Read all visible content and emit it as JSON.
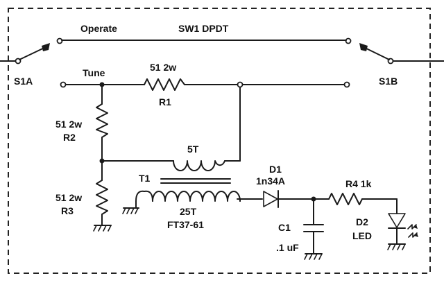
{
  "labels": {
    "operate": "Operate",
    "switch": "SW1 DPDT",
    "s1a": "S1A",
    "s1b": "S1B",
    "tune": "Tune",
    "r1_value": "51 2w",
    "r1_ref": "R1",
    "r2_value": "51 2w",
    "r2_ref": "R2",
    "r3_value": "51 2w",
    "r3_ref": "R3",
    "coil_5t": "5T",
    "t1_ref": "T1",
    "coil_25t": "25T",
    "core": "FT37-61",
    "d1_ref": "D1",
    "d1_part": "1n34A",
    "r4": "R4  1k",
    "c1_ref": "C1",
    "c1_value": ".1 uF",
    "d2_ref": "D2",
    "d2_type": "LED"
  }
}
